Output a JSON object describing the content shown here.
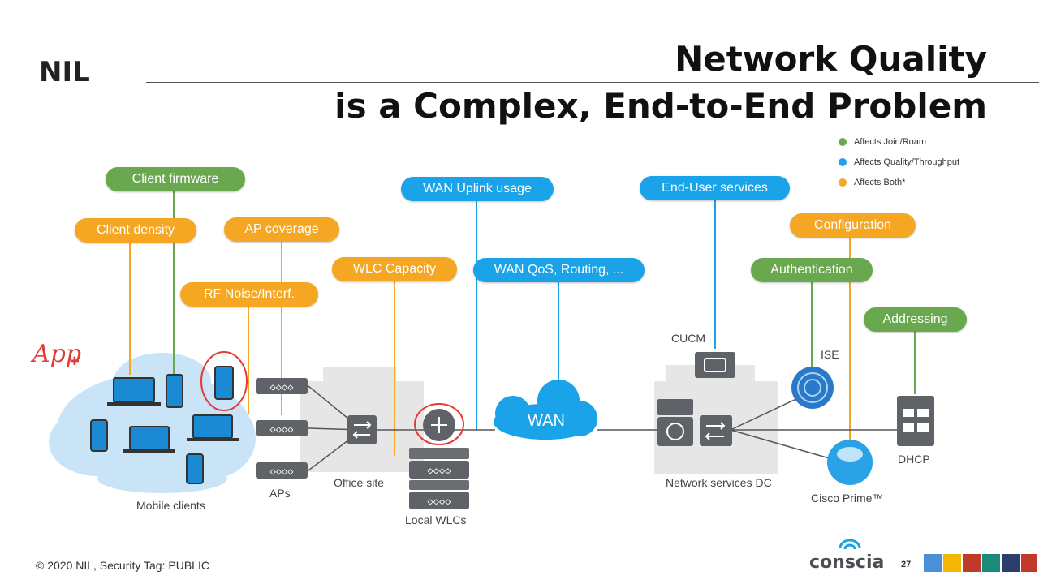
{
  "title": {
    "line1": "Network Quality",
    "line2": "is a Complex, End-to-End Problem"
  },
  "logo_text": "NIL",
  "brand_logo_text": "conscia",
  "legend": [
    {
      "label": "Affects Join/Roam",
      "color": "#6aa84f"
    },
    {
      "label": "Affects Quality/Throughput",
      "color": "#1aa3e8"
    },
    {
      "label": "Affects Both*",
      "color": "#f5a623"
    }
  ],
  "factors": {
    "client_firmware": "Client firmware",
    "client_density": "Client density",
    "ap_coverage": "AP coverage",
    "rf_noise": "RF Noise/Interf.",
    "wlc_capacity": "WLC Capacity",
    "wan_uplink": "WAN Uplink  usage",
    "wan_qos": "WAN QoS, Routing, ...",
    "end_user_services": "End-User services",
    "configuration": "Configuration",
    "authentication": "Authentication",
    "addressing": "Addressing"
  },
  "diagram_labels": {
    "mobile_clients": "Mobile clients",
    "aps": "APs",
    "office_site": "Office site",
    "local_wlcs": "Local WLCs",
    "wan": "WAN",
    "cucm": "CUCM",
    "network_services_dc": "Network services DC",
    "ise": "ISE",
    "cisco_prime": "Cisco Prime™",
    "dhcp": "DHCP"
  },
  "annotation": {
    "handwritten": "App",
    "plus_sign": "✚"
  },
  "footer": {
    "copyright": "© 2020 NIL, Security Tag: PUBLIC",
    "page_number": "27"
  },
  "colors": {
    "green": "#6aa84f",
    "orange": "#f5a623",
    "blue": "#1aa3e8",
    "device_gray": "#5f6368",
    "annotation_red": "#e53935"
  },
  "footer_strip_colors": [
    "#4a90d9",
    "#f2b705",
    "#c0392b",
    "#1a8a7a",
    "#2c3e6b",
    "#c0392b"
  ]
}
